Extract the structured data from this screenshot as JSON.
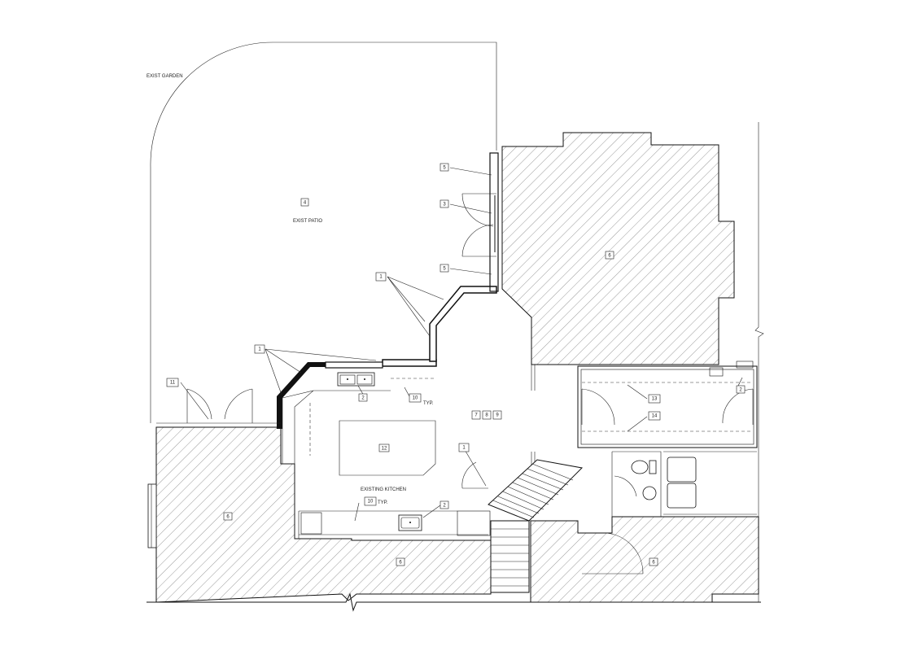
{
  "labels": {
    "garden": "EXIST GARDEN",
    "patio": "EXIST PATIO",
    "kitchen": "EXISTING KITCHEN",
    "typ": "TYP."
  },
  "tags": {
    "t1": "1",
    "t2": "2",
    "t3": "3",
    "t4": "4",
    "t5": "5",
    "t6": "6",
    "t7": "7",
    "t8": "8",
    "t9": "9",
    "t10": "10",
    "t11": "11",
    "t12": "12",
    "t13": "13",
    "t14": "14"
  },
  "colors": {
    "line": "#111111",
    "hatch": "#555555"
  }
}
